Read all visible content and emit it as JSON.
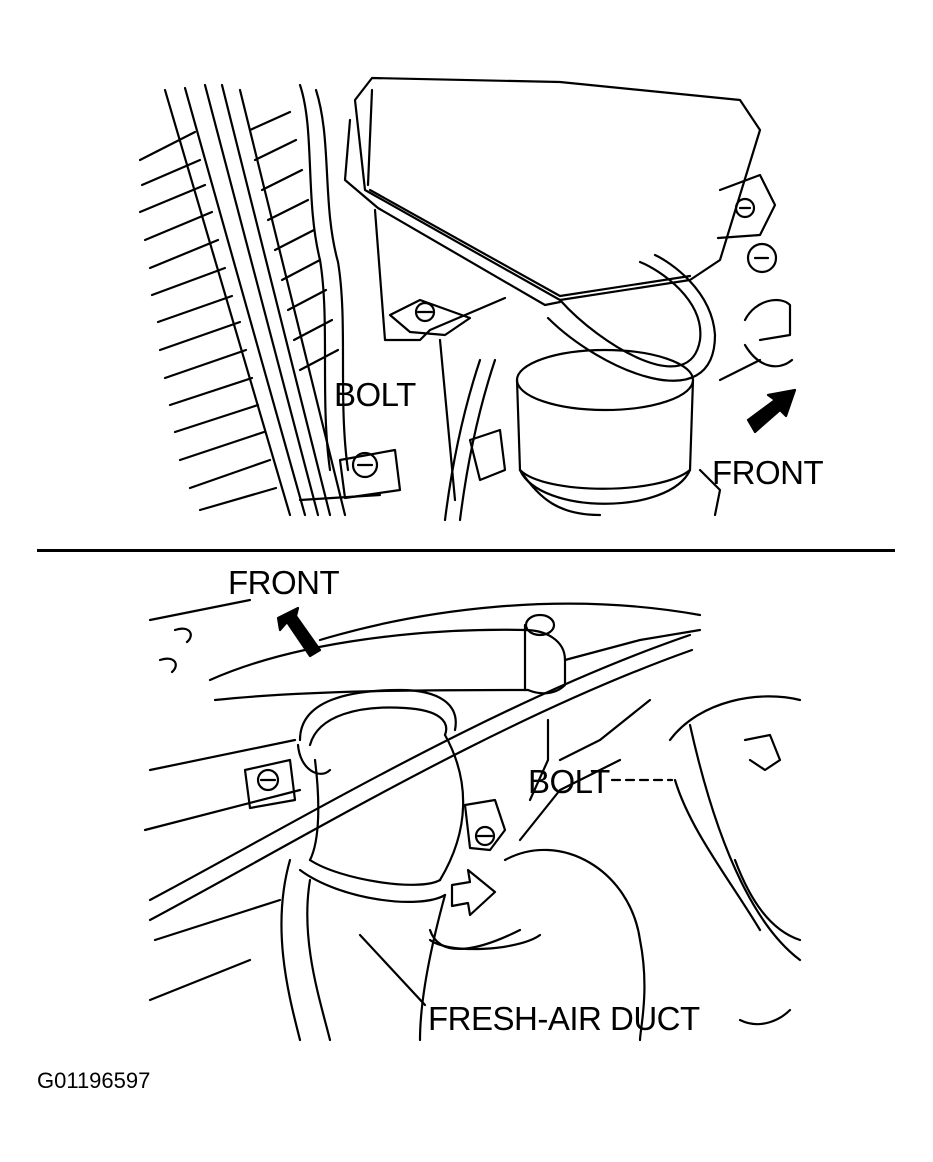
{
  "top_panel": {
    "bolt_label": "BOLT",
    "front_label": "FRONT"
  },
  "bottom_panel": {
    "front_label": "FRONT",
    "bolt_label": "BOLT",
    "duct_label": "FRESH-AIR DUCT"
  },
  "figure_id": "G01196597",
  "colors": {
    "ink": "#000000",
    "paper": "#ffffff"
  }
}
